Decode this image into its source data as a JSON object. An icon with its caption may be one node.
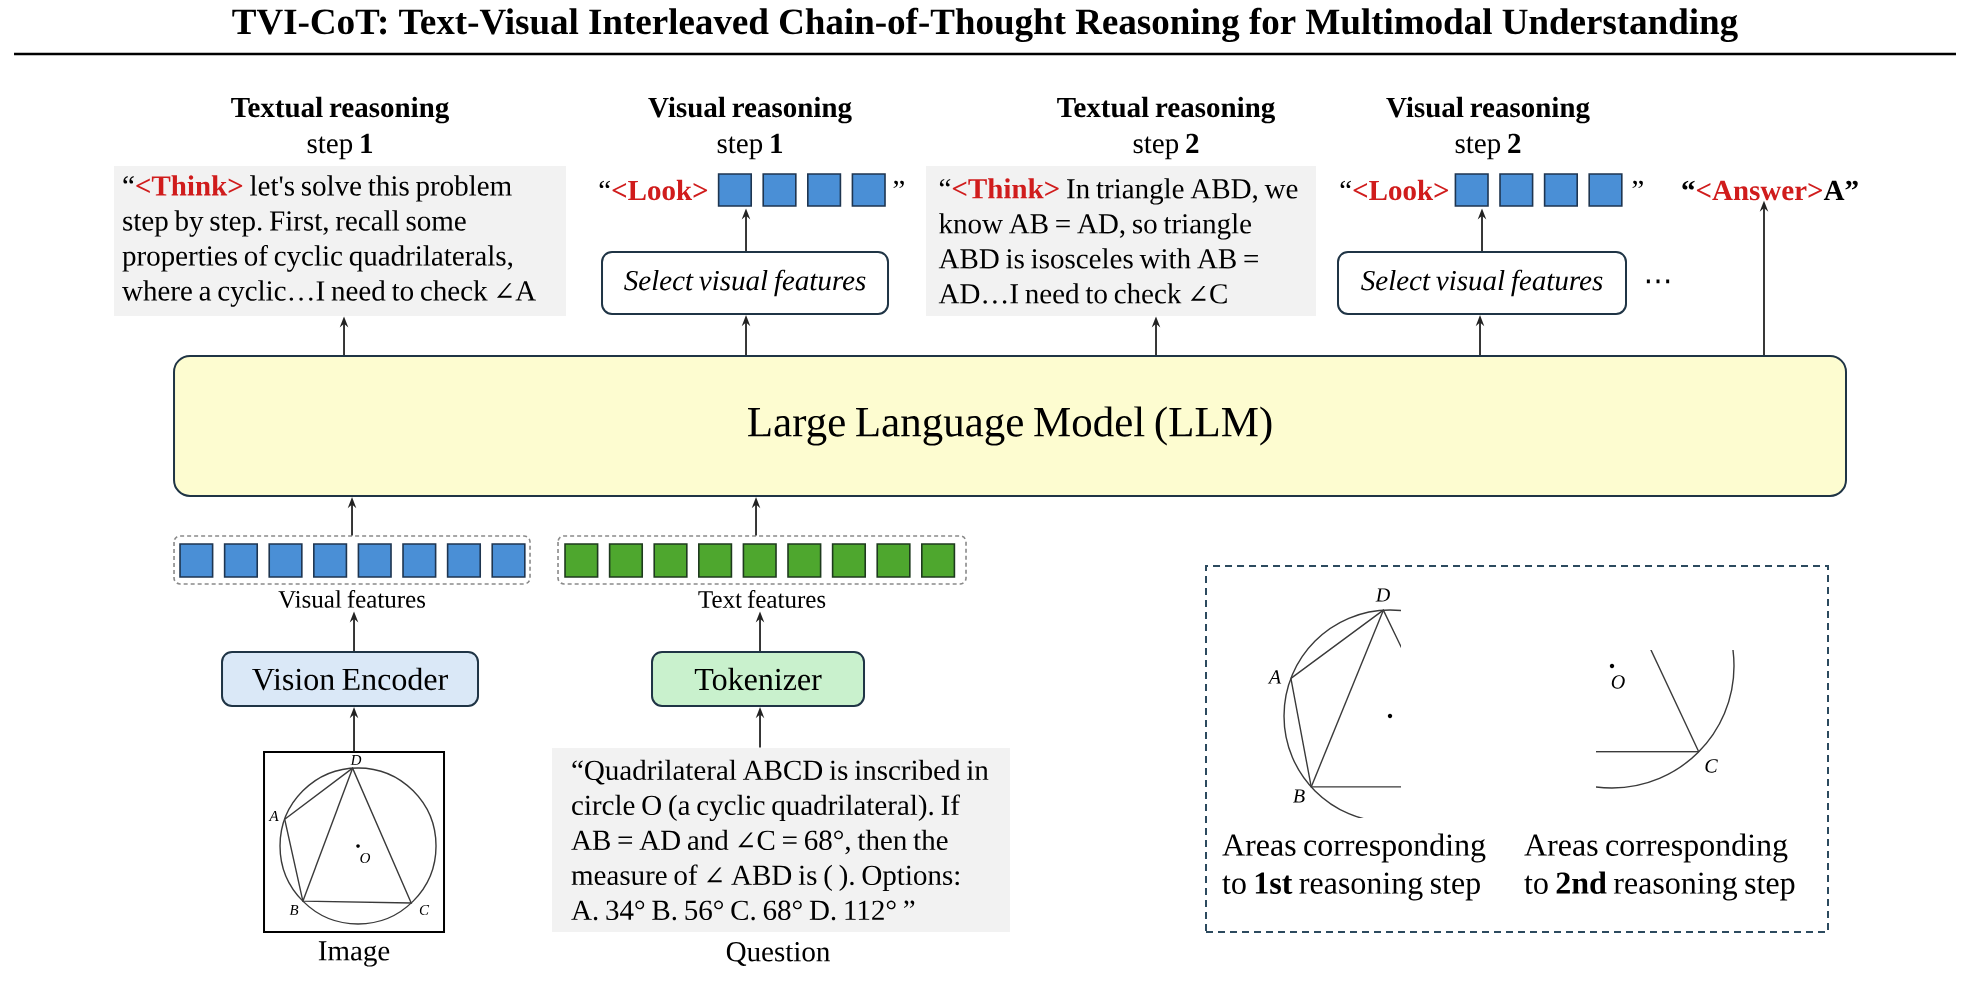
{
  "diagram": {
    "title": "TVI-CoT: Text-Visual Interleaved Chain-of-Thought Reasoning for Multimodal Understanding",
    "nodes": [
      {
        "text": [
          "**Textual reasoning** step **1**",
          "“**<Think>** let's solve this problem step by step. First, recall some properties of cyclic quadrilaterals, where a cyclic…I need to check ∠A"
        ]
      },
      {
        "text": [
          "**Visual reasoning** step **1**",
          "“**<Look>**",
          "”"
        ]
      },
      {
        "text": [
          "Select visual features"
        ]
      },
      {
        "text": [
          "**Textual reasoning** step **2**",
          "“**<Think>** In triangle ABD, we know AB = AD, so triangle ABD is isosceles with AB = AD…I need to check ∠C"
        ]
      },
      {
        "text": [
          "**Visual reasoning** step **2**",
          "“**<Look>**",
          "”"
        ]
      },
      {
        "text": [
          "Select visual features"
        ]
      },
      {
        "text": [
          "“**<Answer>**A”"
        ]
      },
      {
        "text": [
          "Large Language Model (LLM)"
        ]
      },
      {
        "text": [],
        "shape": "box",
        "beside": [
          "Visual features"
        ]
      },
      {
        "text": [],
        "shape": "box",
        "beside": [
          "Text features"
        ]
      },
      {
        "text": [
          "Vision Encoder"
        ]
      },
      {
        "text": [
          "Tokenizer"
        ]
      },
      {
        "text": [],
        "shape": "picture",
        "beside": [
          "Image"
        ]
      },
      {
        "text": [
          "“Quadrilateral ABCD is inscribed in circle O (a cyclic quadrilateral). If AB = AD and ∠C = 68°, then the measure of ∠ ABD is ( ). Options: A. 34° B. 56° C. 68° D. 112° ”"
        ],
        "beside": [
          "Question"
        ]
      },
      {
        "text": [
          "Areas corresponding to **1st** reasoning step",
          "Areas corresponding to **2nd** reasoning step"
        ]
      }
    ],
    "edges": [
      {
        "from": 7,
        "to": 0,
        "arrow": "to"
      },
      {
        "from": 7,
        "to": 2,
        "arrow": "to"
      },
      {
        "from": 2,
        "to": 1,
        "arrow": "to"
      },
      {
        "from": 7,
        "to": 3,
        "arrow": "to"
      },
      {
        "from": 7,
        "to": 5,
        "arrow": "to"
      },
      {
        "from": 5,
        "to": 4,
        "arrow": "to"
      },
      {
        "from": 7,
        "to": 6,
        "arrow": "to"
      },
      {
        "from": 8,
        "to": 7,
        "arrow": "to"
      },
      {
        "from": 9,
        "to": 7,
        "arrow": "to"
      },
      {
        "from": 10,
        "to": 8,
        "arrow": "to"
      },
      {
        "from": 11,
        "to": 9,
        "arrow": "to"
      },
      {
        "from": 12,
        "to": 10,
        "arrow": "to"
      },
      {
        "from": 13,
        "to": 11,
        "arrow": "to"
      }
    ],
    "labels": [
      "⋯",
      "D",
      "A",
      "O",
      "B",
      "C",
      "D",
      "A",
      "B",
      "O",
      "C"
    ]
  }
}
